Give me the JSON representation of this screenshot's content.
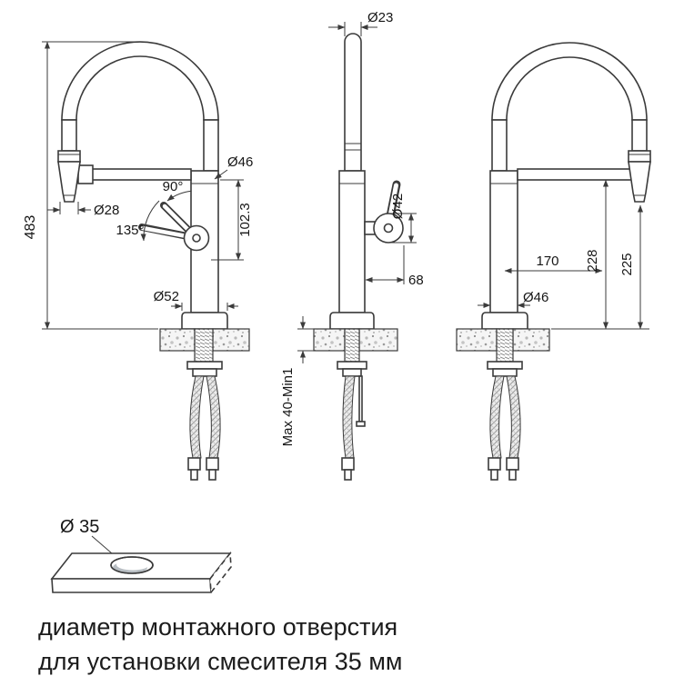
{
  "views": {
    "front": {
      "height": "483",
      "spout_dia": "Ø46",
      "spray_dia": "Ø28",
      "angle_open": "90°",
      "angle_full": "135°",
      "lever_travel": "102.3",
      "base_dia": "Ø52"
    },
    "side": {
      "top_dia": "Ø23",
      "handle_dia": "Ø42",
      "handle_depth": "68",
      "mount_thickness": "Max 40-Min1"
    },
    "back": {
      "reach": "170",
      "arm_height": "228",
      "outlet_height": "225",
      "body_dia": "Ø46"
    },
    "hole_detail": {
      "diameter": "Ø 35"
    },
    "caption": {
      "line1": "диаметр монтажного отверстия",
      "line2": "для установки смесителя 35 мм"
    },
    "colors": {
      "line": "#3b3b3b",
      "text": "#161616",
      "counter_speckle": "#9a9a9a"
    }
  }
}
